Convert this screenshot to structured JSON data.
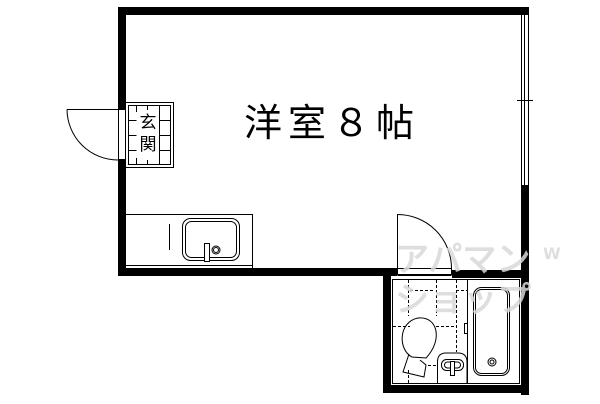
{
  "floor_plan": {
    "rooms": [
      {
        "id": "western-room",
        "label": "洋室８帖",
        "type": "western-style room",
        "size_jo": 8
      },
      {
        "id": "entrance",
        "label_lines": [
          "玄",
          "関"
        ],
        "type": "entrance (genkan)"
      },
      {
        "id": "kitchen",
        "type": "kitchen counter with sink"
      },
      {
        "id": "unit-bath",
        "type": "unit bath with toilet, washbasin and bathtub"
      }
    ],
    "colors": {
      "wall": "#000000",
      "background": "#ffffff",
      "watermark": "#d9d9d9"
    }
  },
  "watermark": {
    "main": "アパマン\nショップ",
    "sub": "W"
  }
}
